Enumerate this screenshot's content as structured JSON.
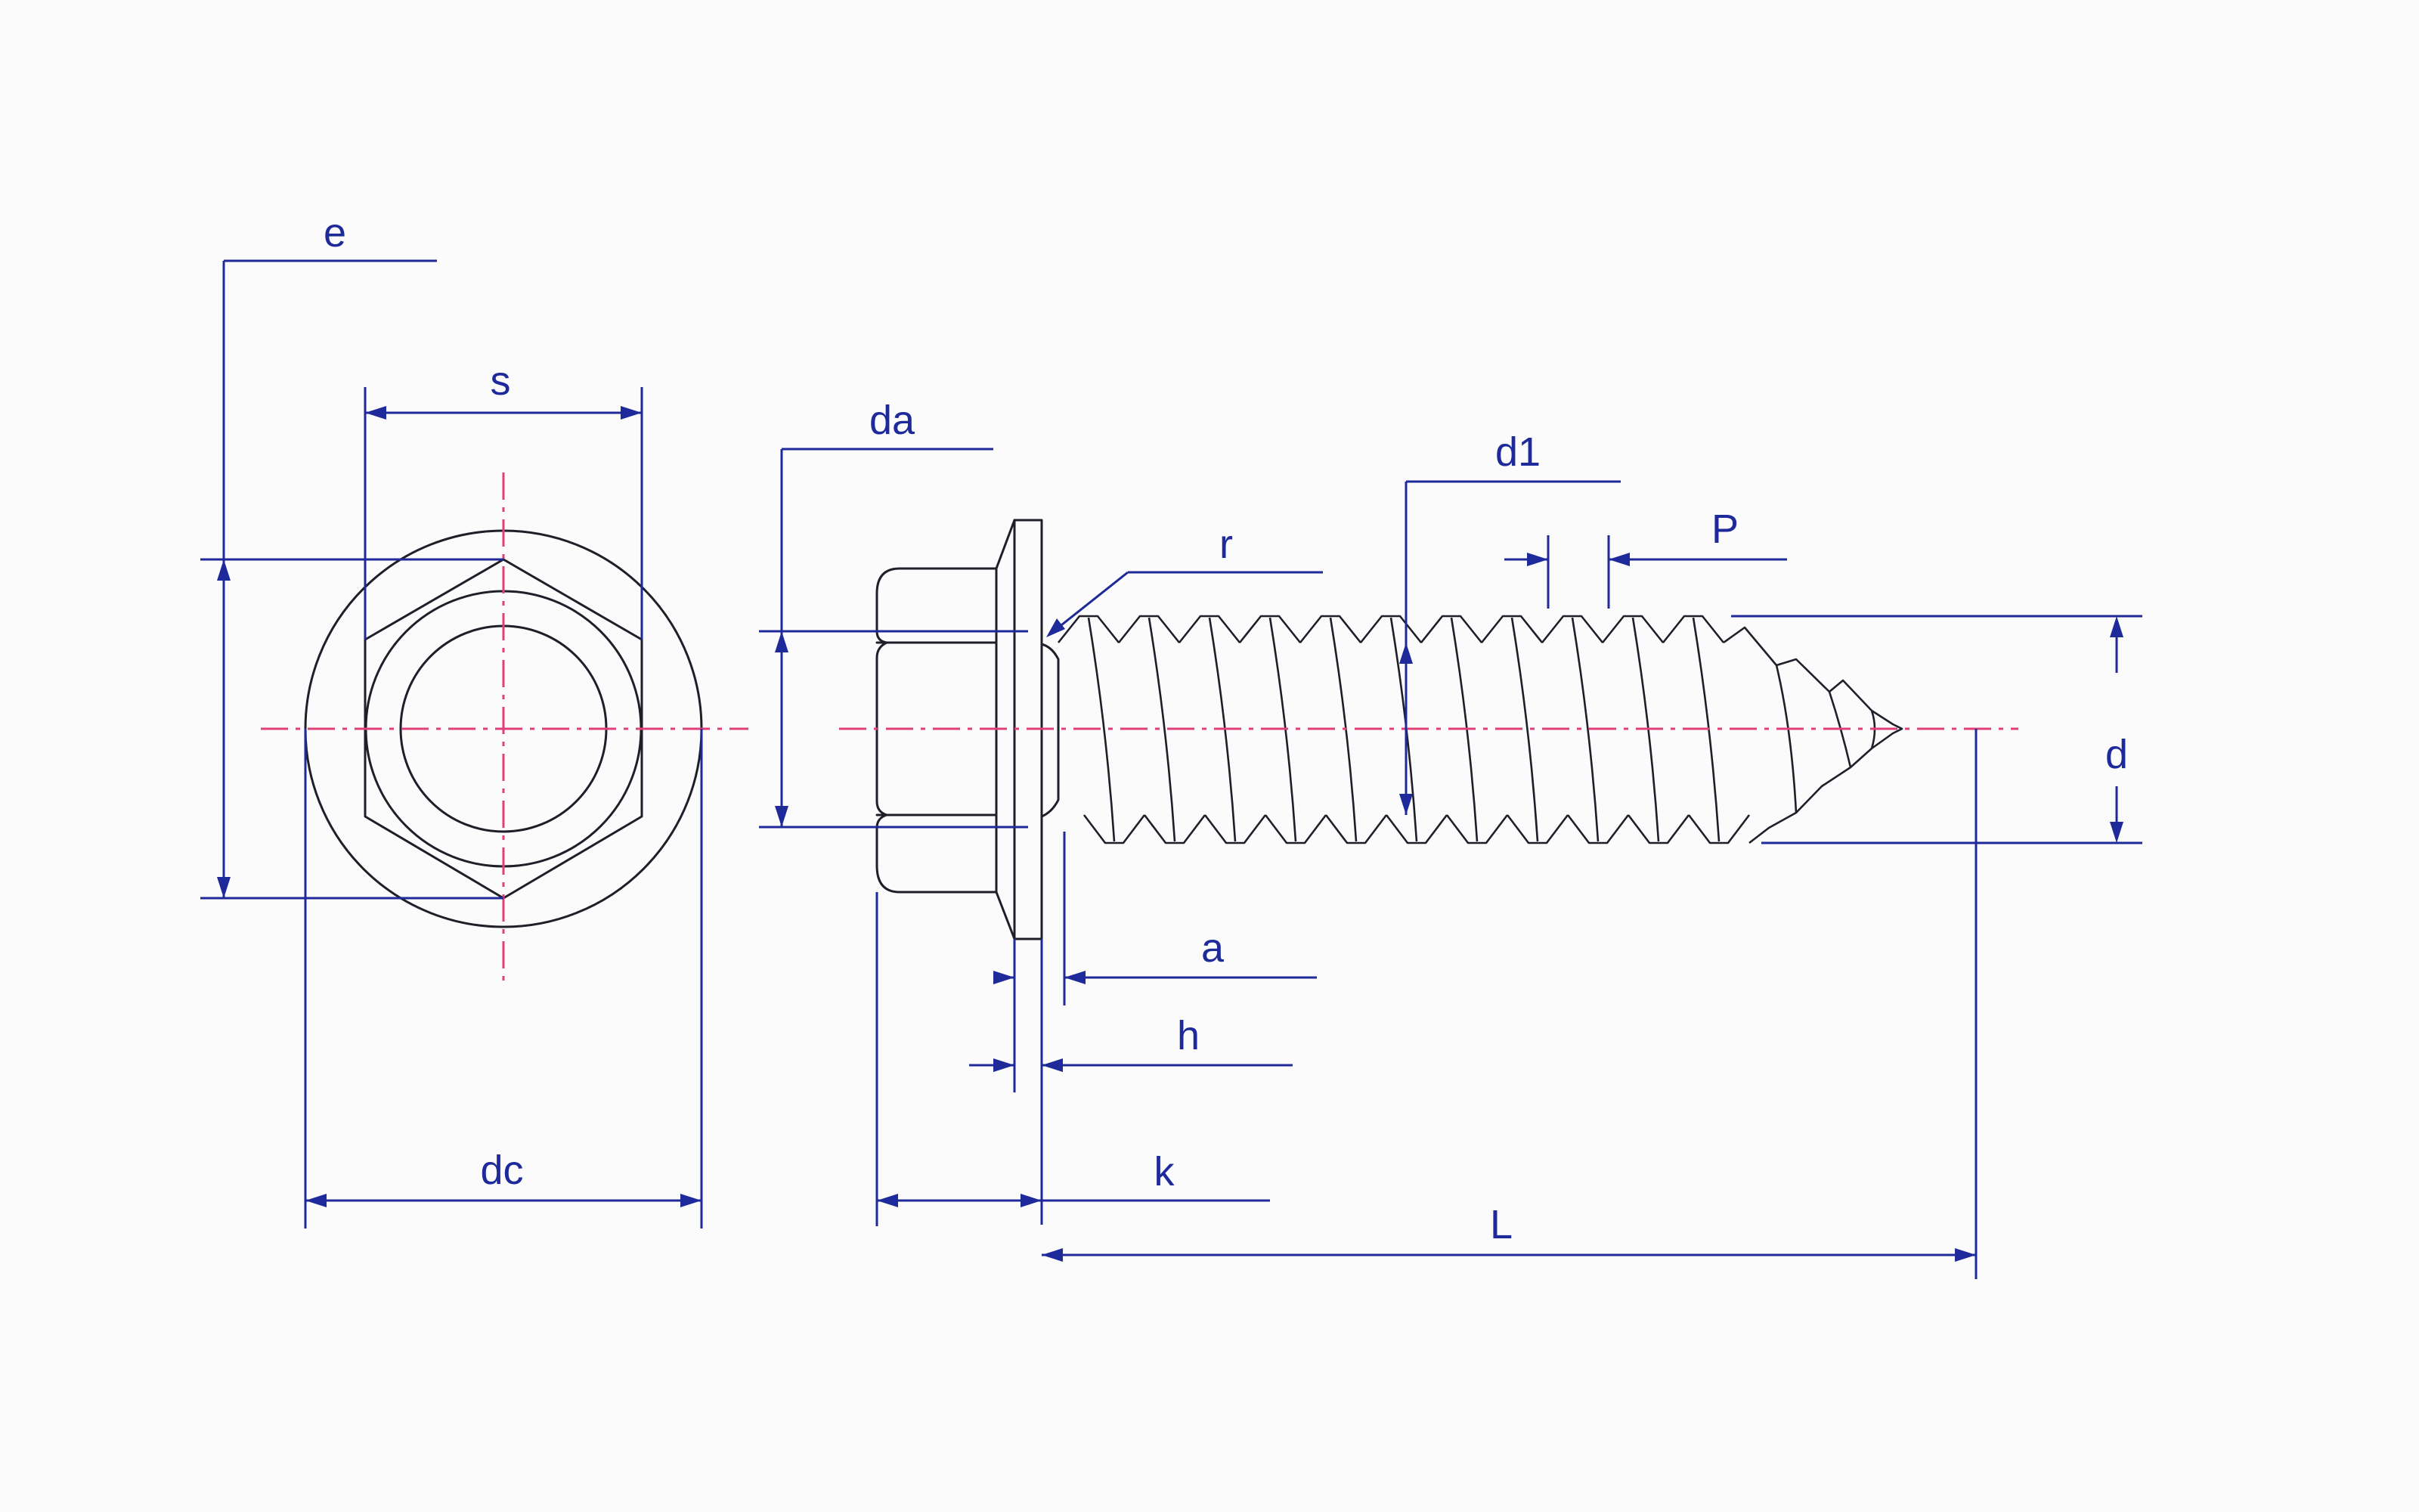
{
  "diagram": {
    "labels": {
      "e": "e",
      "s": "s",
      "dc": "dc",
      "da": "da",
      "r": "r",
      "d1": "d1",
      "p": "P",
      "d": "d",
      "a": "a",
      "h": "h",
      "k": "k",
      "l": "L"
    },
    "colors": {
      "part_outline": "#1f1f2a",
      "dimension": "#1f2a9a",
      "centerline": "#e0407a",
      "background": "#fbfbfc"
    }
  }
}
